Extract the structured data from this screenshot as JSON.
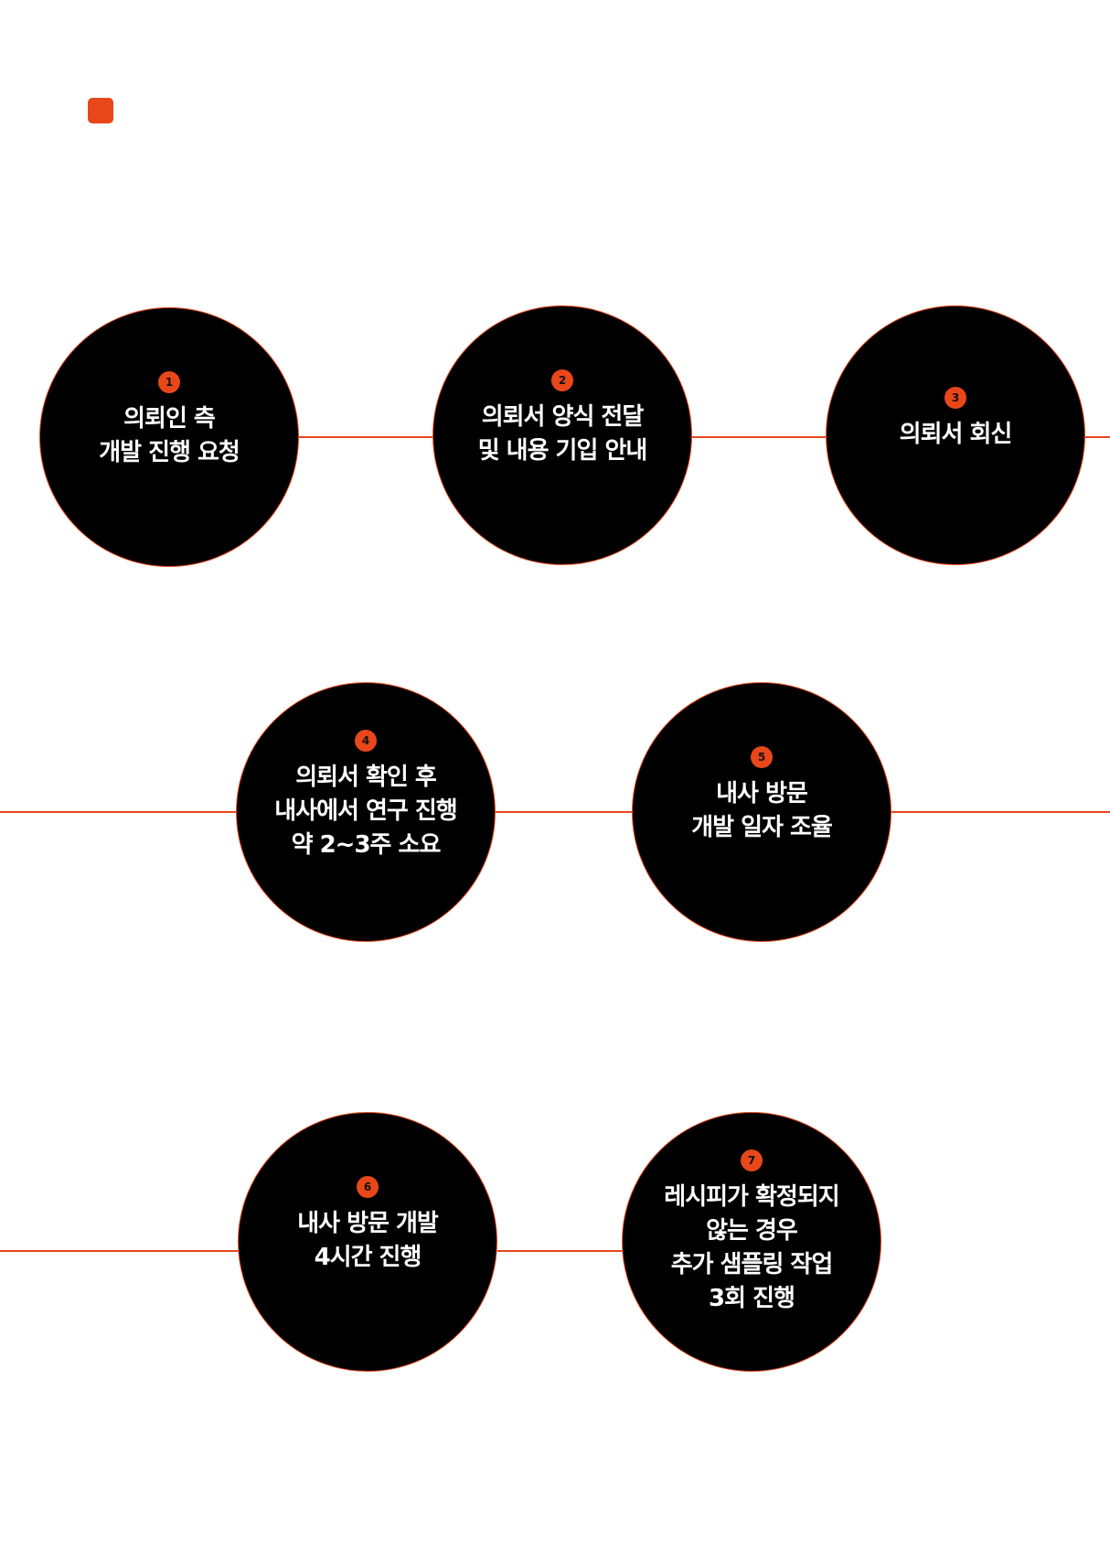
{
  "accent_color": "#E8471A",
  "steps": [
    {
      "number": "1",
      "label": "의뢰인 측\n개발 진행 요청"
    },
    {
      "number": "2",
      "label": "의뢰서 양식 전달\n및 내용 기입 안내"
    },
    {
      "number": "3",
      "label": "의뢰서 회신"
    },
    {
      "number": "4",
      "label": "의뢰서 확인 후\n내사에서 연구 진행\n약 2~3주 소요"
    },
    {
      "number": "5",
      "label": "내사 방문\n개발 일자 조율"
    },
    {
      "number": "6",
      "label": "내사 방문 개발\n4시간 진행"
    },
    {
      "number": "7",
      "label": "레시피가 확정되지\n않는 경우\n추가 샘플링 작업\n3회 진행"
    }
  ]
}
